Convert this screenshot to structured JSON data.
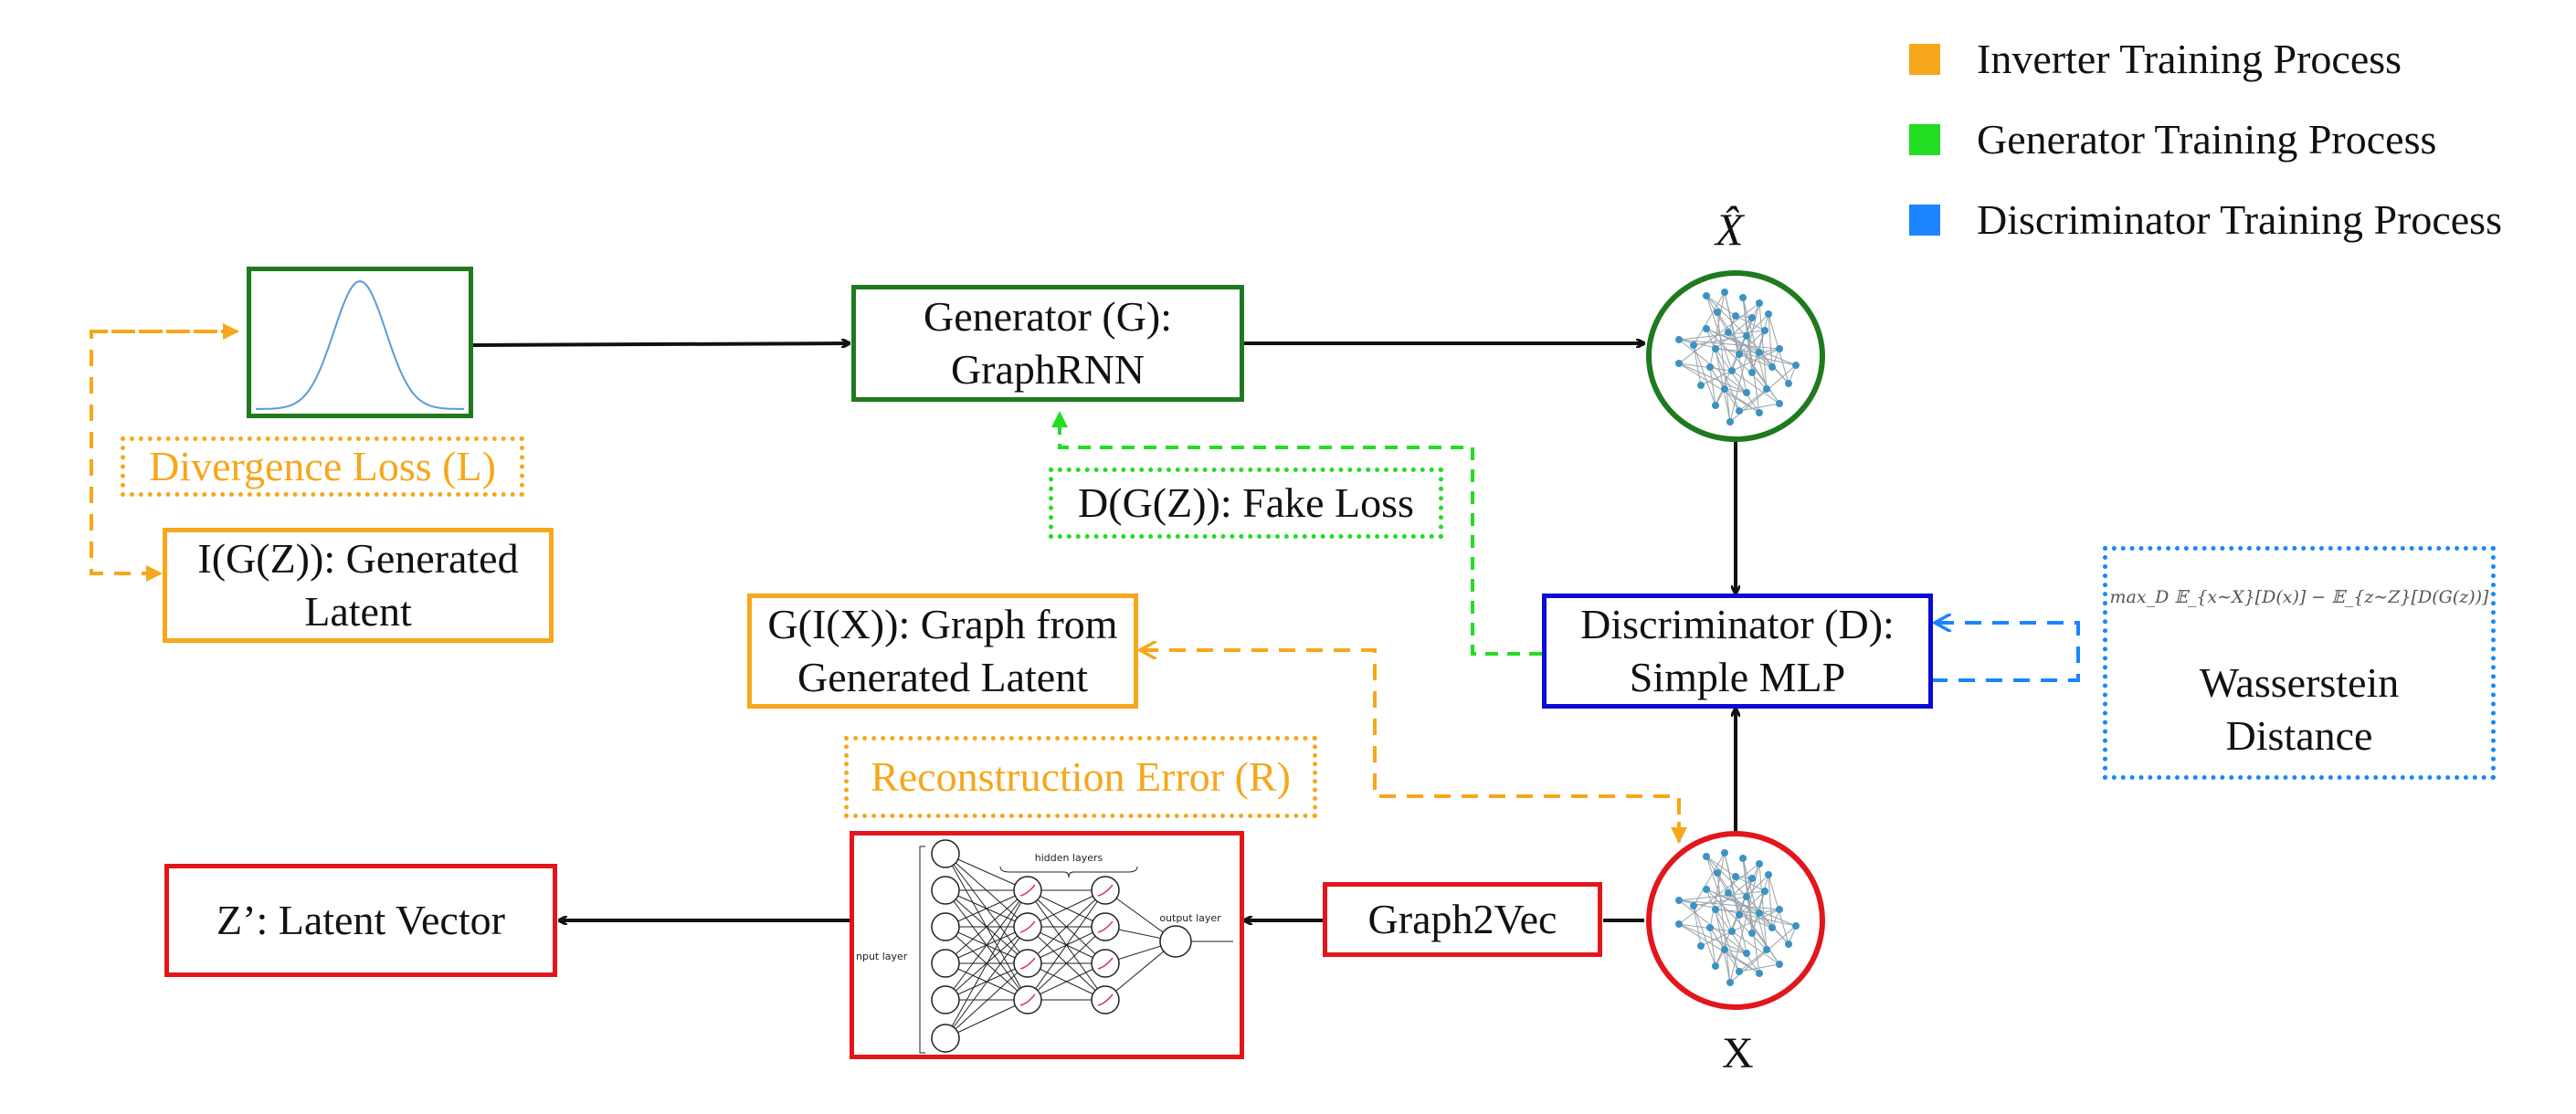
{
  "legend": [
    {
      "label": "Inverter Training Process",
      "color": "#f6a71b"
    },
    {
      "label": "Generator Training Process",
      "color": "#22dd22"
    },
    {
      "label": "Discriminator Training Process",
      "color": "#1a85ff"
    }
  ],
  "nodes": {
    "generator": {
      "line1": "Generator (G):",
      "line2": "GraphRNN"
    },
    "discriminator": {
      "line1": "Discriminator (D):",
      "line2": "Simple MLP"
    },
    "inverter_latent": {
      "line1": "I(G(Z)): Generated",
      "line2": "Latent"
    },
    "graph_from_latent": {
      "line1": "G(I(X)): Graph from",
      "line2": "Generated Latent"
    },
    "latent_vector": {
      "label": "Z’: Latent Vector"
    },
    "graph2vec": {
      "label": "Graph2Vec"
    },
    "wasserstein": {
      "formula": "max_D 𝔼_{x∼X}[D(x)] − 𝔼_{z∼Z}[D(G(z))]",
      "line1": "Wasserstein",
      "line2": "Distance"
    }
  },
  "losses": {
    "divergence": "Divergence Loss (L)",
    "fake": "D(G(Z)): Fake Loss",
    "reconstruction": "Reconstruction Error (R)"
  },
  "graph_labels": {
    "generated": "X̂",
    "real": "X"
  },
  "mlp_figure": {
    "hidden_layers": "hidden layers",
    "output_layer": "output layer",
    "input_layer": "nput layer"
  }
}
